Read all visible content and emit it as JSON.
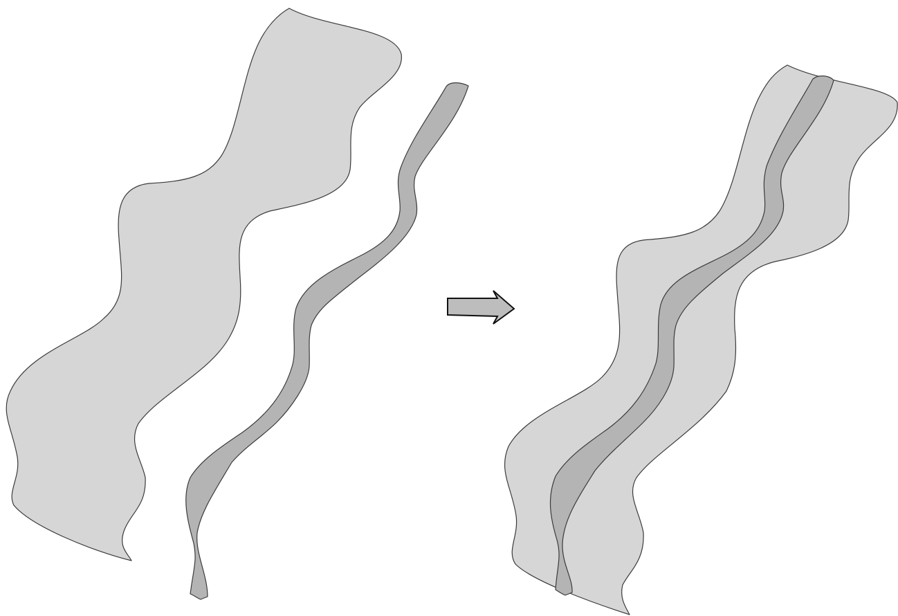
{
  "colors": {
    "background": "#ffffff",
    "wide_band_fill": "#d6d6d6",
    "narrow_band_fill": "#b4b4b4",
    "arrow_fill": "#bdbdbd",
    "outline": "#3a3a3a"
  },
  "diagram": {
    "left_group": [
      "wide-band",
      "narrow-band"
    ],
    "connector": "right-arrow-icon",
    "right_group": [
      "wide-band",
      "narrow-band-overlaid"
    ]
  }
}
